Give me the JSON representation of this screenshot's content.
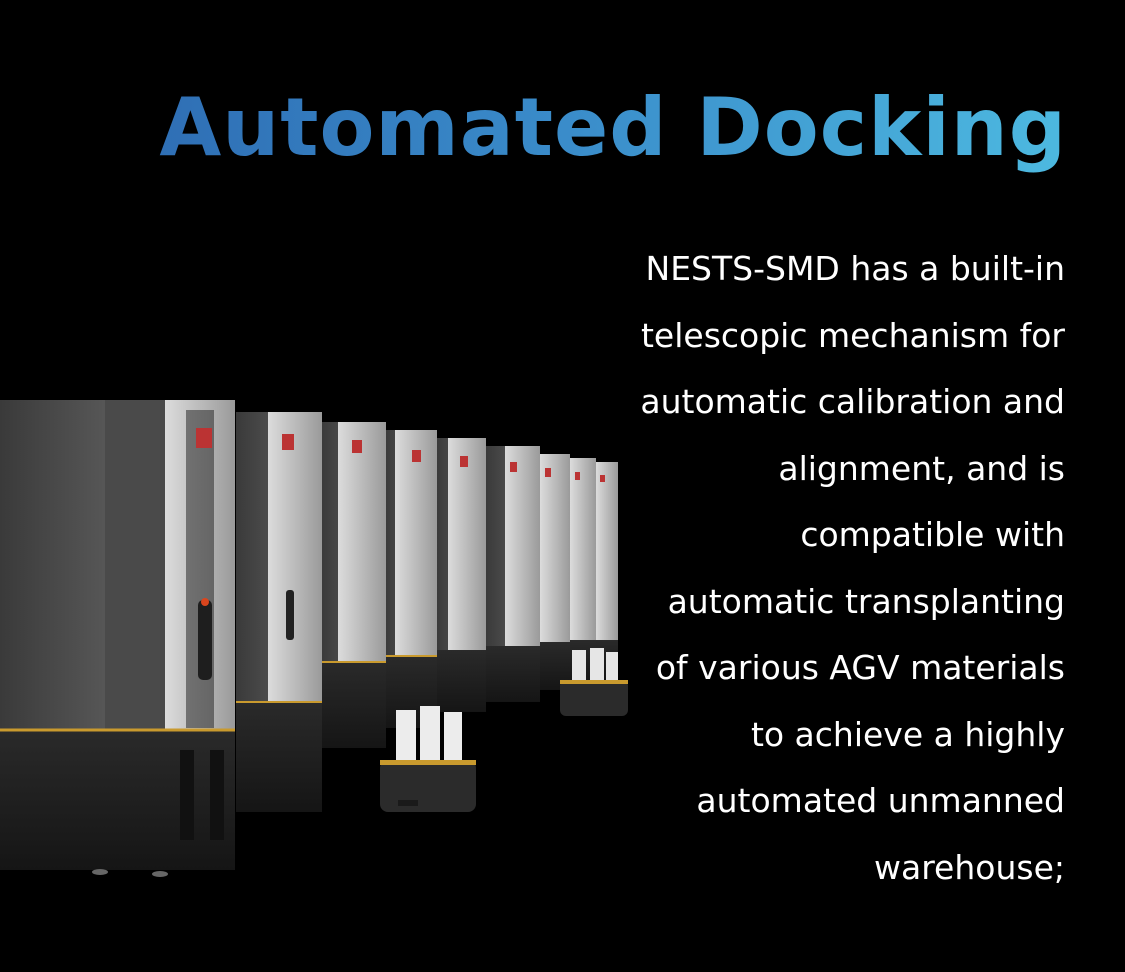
{
  "title": "Automated Docking",
  "description_lines": [
    "NESTS-SMD has a built-in",
    "telescopic mechanism for",
    "automatic calibration and",
    "alignment, and is",
    "compatible with",
    "automatic transplanting",
    "of various AGV materials",
    "to achieve a highly",
    "automated unmanned",
    "warehouse;"
  ],
  "colors": {
    "background": "#000000",
    "title_gradient_start": "#2f6fb5",
    "title_gradient_end": "#4db9e0",
    "text": "#ffffff",
    "accent_stripe": "#c99a2e"
  }
}
